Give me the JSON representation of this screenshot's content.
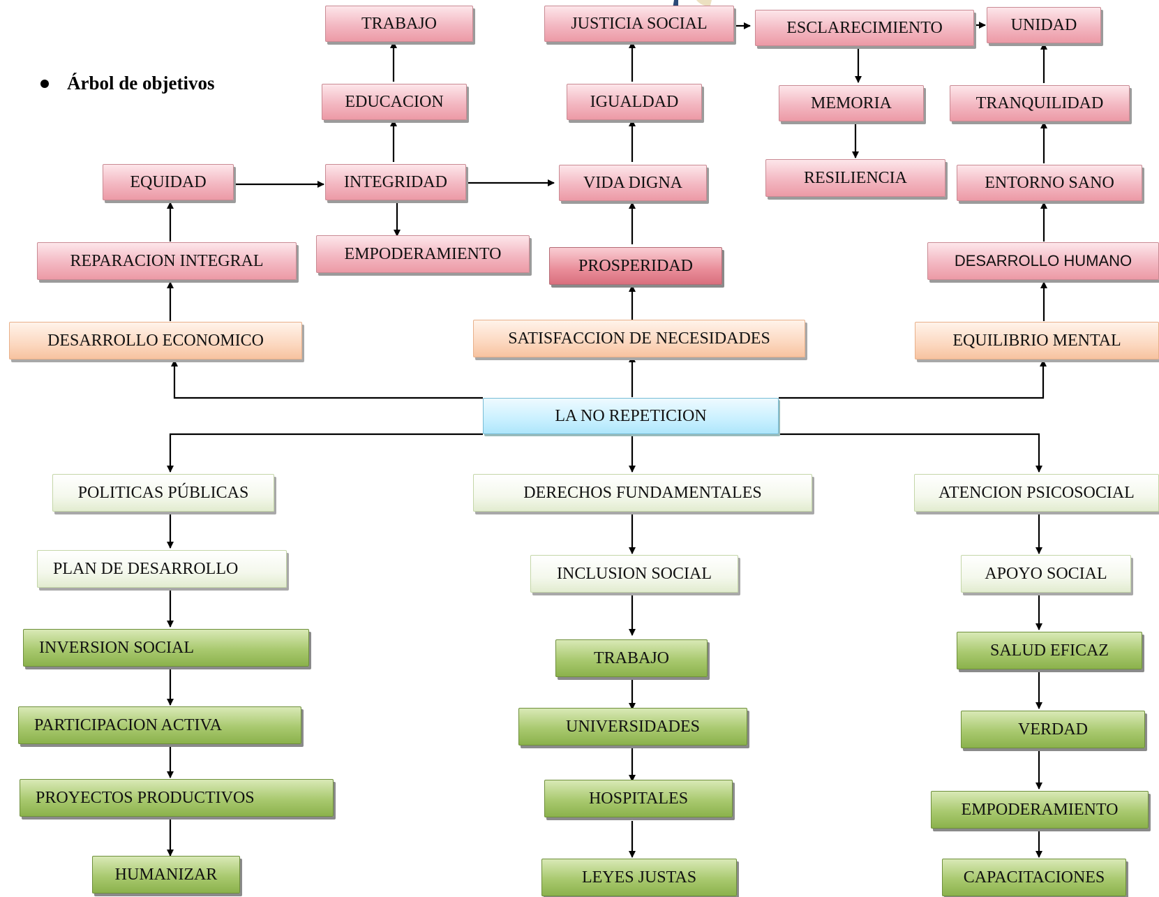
{
  "title": "Árbol de objetivos",
  "center": "LA NO REPETICION",
  "colors": {
    "red_node": "#f3b8c2",
    "orange_node": "#fcd8c0",
    "light_green_node": "#f4f8ec",
    "green_node": "#a9c96f",
    "center_node": "#c9f0ff",
    "line": "#000000"
  },
  "nodes": {
    "trabajo_top": "TRABAJO",
    "justicia_social": "JUSTICIA SOCIAL",
    "esclarecimiento": "ESCLARECIMIENTO",
    "unidad": "UNIDAD",
    "educacion": "EDUCACION",
    "igualdad": "IGUALDAD",
    "memoria": "MEMORIA",
    "tranquilidad": "TRANQUILIDAD",
    "equidad": "EQUIDAD",
    "integridad": "INTEGRIDAD",
    "vida_digna": "VIDA DIGNA",
    "resiliencia": "RESILIENCIA",
    "entorno_sano": "ENTORNO SANO",
    "reparacion_integral": "REPARACION INTEGRAL",
    "empoderamiento_top": "EMPODERAMIENTO",
    "prosperidad": "PROSPERIDAD",
    "desarrollo_humano": "DESARROLLO HUMANO",
    "desarrollo_economico": "DESARROLLO ECONOMICO",
    "satisfaccion": "SATISFACCION DE NECESIDADES",
    "equilibrio_mental": "EQUILIBRIO MENTAL",
    "politicas_publicas": "POLITICAS PÚBLICAS",
    "derechos_fundamentales": "DERECHOS FUNDAMENTALES",
    "atencion_psicosocial": "ATENCION PSICOSOCIAL",
    "plan_desarrollo": "PLAN DE DESARROLLO",
    "inclusion_social": "INCLUSION SOCIAL",
    "apoyo_social": "APOYO SOCIAL",
    "inversion_social": "INVERSION SOCIAL",
    "trabajo_bottom": "TRABAJO",
    "salud_eficaz": "SALUD EFICAZ",
    "participacion_activa": "PARTICIPACION ACTIVA",
    "universidades": "UNIVERSIDADES",
    "verdad": "VERDAD",
    "proyectos_productivos": "PROYECTOS PRODUCTIVOS",
    "hospitales": "HOSPITALES",
    "empoderamiento_bottom": "EMPODERAMIENTO",
    "humanizar": "HUMANIZAR",
    "leyes_justas": "LEYES JUSTAS",
    "capacitaciones": "CAPACITACIONES"
  }
}
